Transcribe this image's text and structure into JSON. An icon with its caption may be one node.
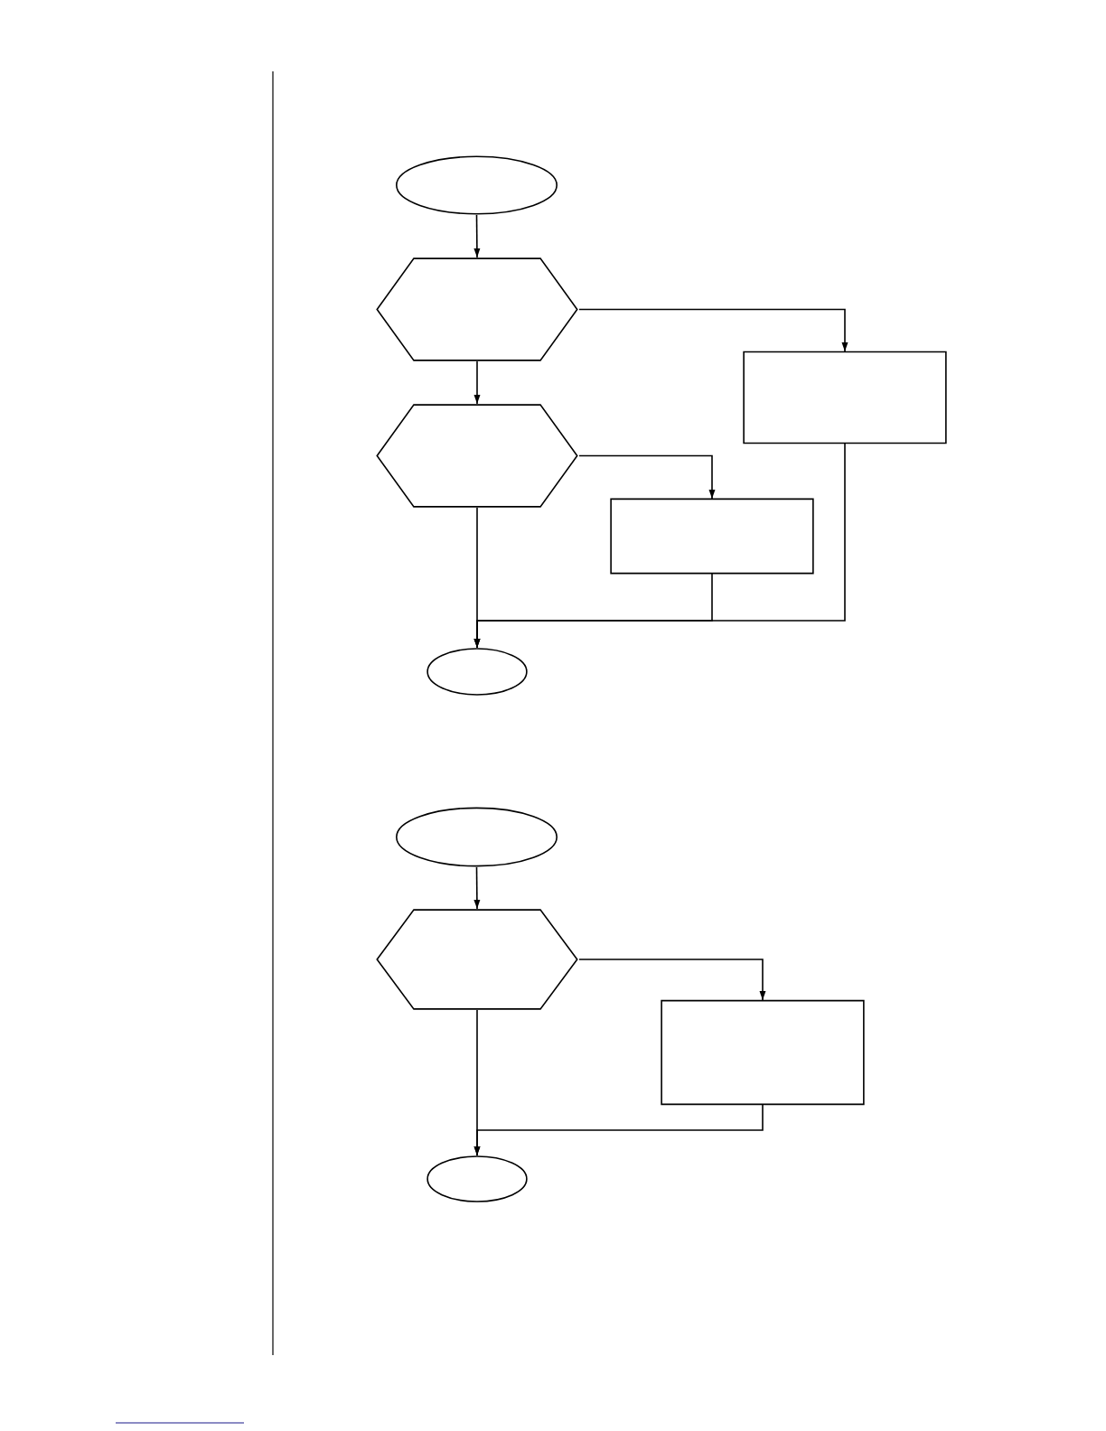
{
  "diagram": {
    "nodes": [
      {
        "text": [],
        "shape": "ellipse"
      },
      {
        "text": [],
        "shape": "hexagon"
      },
      {
        "text": [],
        "shape": "box"
      },
      {
        "text": [],
        "shape": "hexagon"
      },
      {
        "text": [],
        "shape": "box"
      },
      {
        "text": [],
        "shape": "ellipse"
      },
      {
        "text": [],
        "shape": "ellipse"
      },
      {
        "text": [],
        "shape": "hexagon"
      },
      {
        "text": [],
        "shape": "box"
      },
      {
        "text": [],
        "shape": "ellipse"
      }
    ],
    "edges": [
      {
        "from": 0,
        "to": 1,
        "arrow": "to"
      },
      {
        "from": 1,
        "to": 3,
        "arrow": "to"
      },
      {
        "from": 1,
        "to": 2,
        "arrow": "to"
      },
      {
        "from": 3,
        "to": 4,
        "arrow": "to"
      },
      {
        "from": 3,
        "to": 5,
        "arrow": "to"
      },
      {
        "from": 4,
        "to": 5,
        "arrow": "to"
      },
      {
        "from": 2,
        "to": 5,
        "arrow": "to"
      },
      {
        "from": 6,
        "to": 7,
        "arrow": "to"
      },
      {
        "from": 7,
        "to": 8,
        "arrow": "to"
      },
      {
        "from": 7,
        "to": 9,
        "arrow": "to"
      },
      {
        "from": 8,
        "to": 9,
        "arrow": "to"
      }
    ]
  }
}
